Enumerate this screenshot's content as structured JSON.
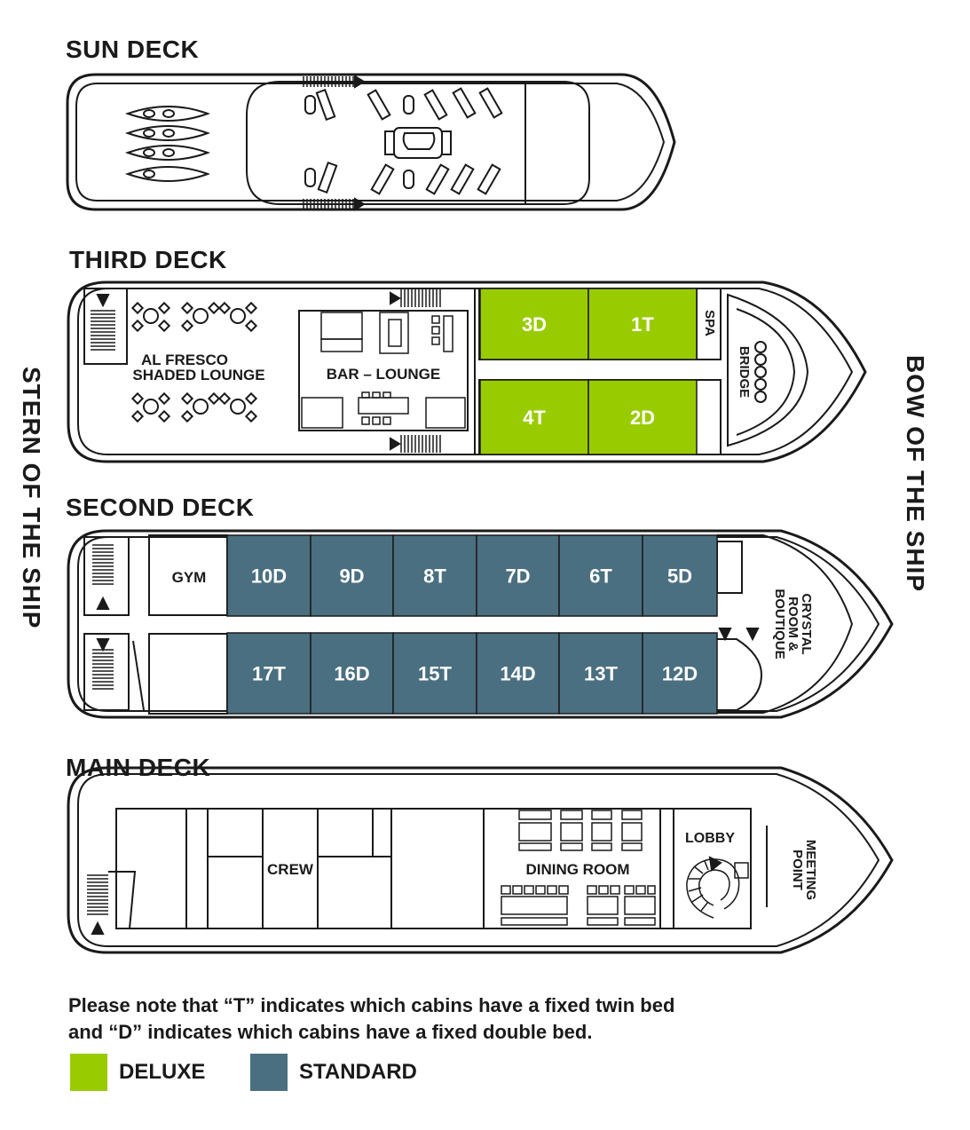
{
  "decks": {
    "sun": {
      "title": "SUN DECK"
    },
    "third": {
      "title": "THIRD DECK",
      "areas": {
        "lounge_line1": "AL FRESCO",
        "lounge_line2": "SHADED LOUNGE",
        "bar": "BAR – LOUNGE",
        "spa": "SPA",
        "bridge": "BRIDGE"
      },
      "cabins": [
        {
          "id": "3D",
          "category": "deluxe"
        },
        {
          "id": "1T",
          "category": "deluxe"
        },
        {
          "id": "4T",
          "category": "deluxe"
        },
        {
          "id": "2D",
          "category": "deluxe"
        }
      ]
    },
    "second": {
      "title": "SECOND DECK",
      "areas": {
        "gym": "GYM",
        "crystal_line1": "CRYSTAL",
        "crystal_line2": "ROOM &",
        "crystal_line3": "BOUTIQUE"
      },
      "cabins_top": [
        "10D",
        "9D",
        "8T",
        "7D",
        "6T",
        "5D"
      ],
      "cabins_bottom": [
        "17T",
        "16D",
        "15T",
        "14D",
        "13T",
        "12D"
      ]
    },
    "main": {
      "title": "MAIN DECK",
      "areas": {
        "crew": "CREW",
        "dining": "DINING ROOM",
        "lobby": "LOBBY",
        "meeting_line1": "MEETING",
        "meeting_line2": "POINT"
      }
    }
  },
  "orientation": {
    "stern": "STERN OF THE SHIP",
    "bow": "BOW OF THE SHIP"
  },
  "note": {
    "line1": "Please note that “T” indicates which cabins have a fixed twin bed",
    "line2": "and “D” indicates which cabins have a fixed double bed."
  },
  "legend": [
    {
      "label": "DELUXE",
      "color": "#99cc00"
    },
    {
      "label": "STANDARD",
      "color": "#4a6f80"
    }
  ],
  "colors": {
    "deluxe": "#99cc00",
    "standard": "#4a6f80",
    "outline": "#1a1a1a"
  }
}
